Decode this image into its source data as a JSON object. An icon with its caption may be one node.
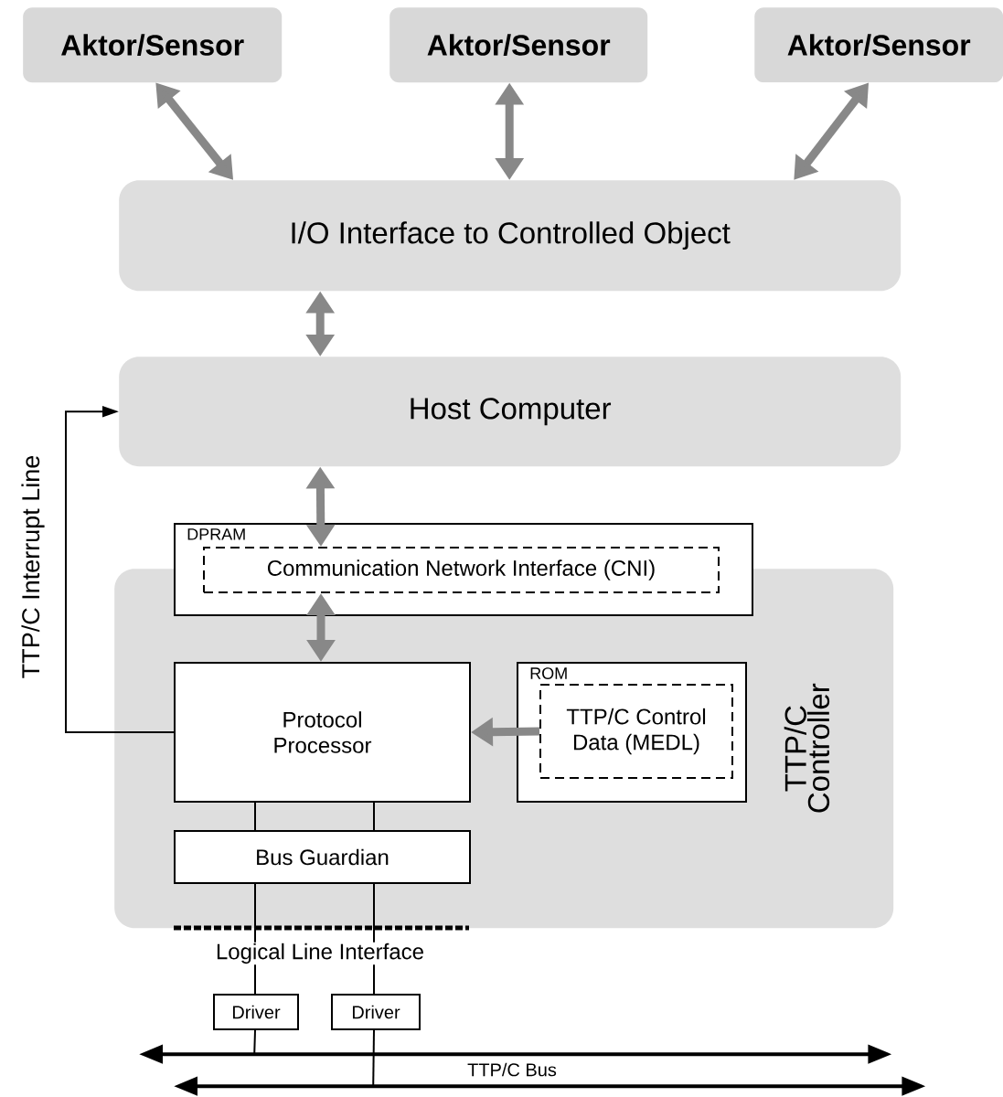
{
  "diagram": {
    "nodes": [
      {
        "text": [
          "Aktor/Sensor"
        ]
      },
      {
        "text": [
          "Aktor/Sensor"
        ]
      },
      {
        "text": [
          "Aktor/Sensor"
        ]
      },
      {
        "text": [
          "I/O Interface to Controlled Object"
        ]
      },
      {
        "text": [
          "Host Computer"
        ]
      },
      {
        "text": [
          "TTP/C Controller"
        ]
      },
      {
        "text": [
          "DPRAM"
        ]
      },
      {
        "text": [
          "Communication Network Interface (CNI)"
        ],
        "in": 6
      },
      {
        "text": [
          "Protocol Processor"
        ],
        "in": 5
      },
      {
        "text": [
          "ROM"
        ],
        "in": 5
      },
      {
        "text": [
          "TTP/C Control Data (MEDL)"
        ],
        "in": 9
      },
      {
        "text": [
          "Bus Guardian"
        ],
        "in": 5
      },
      {
        "text": [
          "Driver"
        ]
      },
      {
        "text": [
          "Driver"
        ]
      },
      {
        "text": [],
        "shape": "bar"
      },
      {
        "text": [],
        "shape": "bar"
      }
    ],
    "edges": [
      {
        "from": 0,
        "to": 3,
        "arrow": "both",
        "style": "thick",
        "color": "#888888"
      },
      {
        "from": 1,
        "to": 3,
        "arrow": "both",
        "style": "thick",
        "color": "#888888"
      },
      {
        "from": 2,
        "to": 3,
        "arrow": "both",
        "style": "thick",
        "color": "#888888"
      },
      {
        "from": 3,
        "to": 4,
        "arrow": "both",
        "style": "thick",
        "color": "#888888"
      },
      {
        "from": 4,
        "to": 7,
        "arrow": "both",
        "style": "thick",
        "color": "#888888"
      },
      {
        "from": 7,
        "to": 8,
        "arrow": "both",
        "style": "thick",
        "color": "#888888"
      },
      {
        "from": 10,
        "to": 8,
        "arrow": "to",
        "style": "thick",
        "color": "#888888"
      },
      {
        "from": 8,
        "to": 4,
        "arrow": "to",
        "label": "TTP/C Interrupt Line",
        "color": "#000000"
      },
      {
        "from": 8,
        "to": 11,
        "arrow": "none",
        "color": "#000000"
      },
      {
        "from": 8,
        "to": 11,
        "arrow": "none",
        "color": "#000000"
      },
      {
        "from": 11,
        "to": 12,
        "arrow": "none",
        "color": "#000000"
      },
      {
        "from": 11,
        "to": 13,
        "arrow": "none",
        "color": "#000000"
      },
      {
        "from": 12,
        "to": 14,
        "arrow": "none",
        "color": "#000000"
      },
      {
        "from": 13,
        "to": 15,
        "arrow": "none",
        "color": "#000000"
      }
    ],
    "labels": [
      "Logical Line Interface",
      "TTP/C Bus"
    ]
  }
}
